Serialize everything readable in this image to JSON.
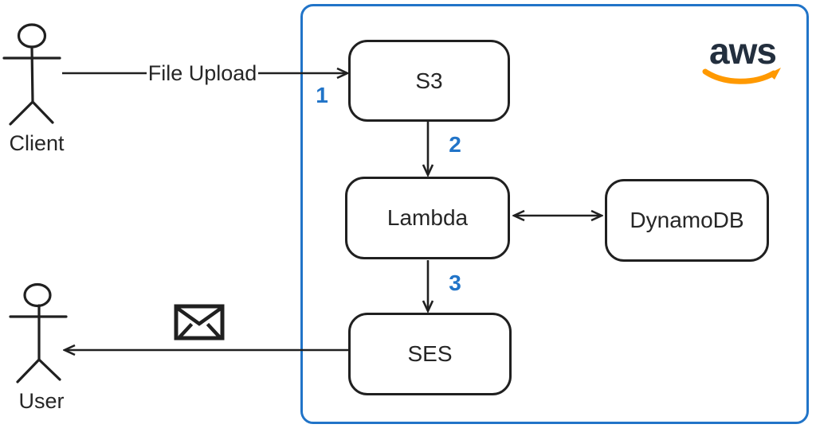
{
  "diagram": {
    "type": "architecture-diagram",
    "provider_boundary": {
      "logo_text": "aws"
    },
    "colors": {
      "accent_blue": "#2174c8",
      "stroke_dark": "#202020",
      "aws_navy": "#232f3e",
      "aws_orange": "#ff9900",
      "background": "#ffffff"
    },
    "nodes": [
      {
        "id": "s3",
        "label": "S3"
      },
      {
        "id": "lambda",
        "label": "Lambda"
      },
      {
        "id": "dynamodb",
        "label": "DynamoDB"
      },
      {
        "id": "ses",
        "label": "SES"
      }
    ],
    "actors": [
      {
        "id": "client",
        "label": "Client"
      },
      {
        "id": "user",
        "label": "User"
      }
    ],
    "edges": [
      {
        "id": "client-to-s3",
        "from": "Client",
        "to": "S3",
        "label": "File Upload",
        "step": "1"
      },
      {
        "id": "s3-to-lambda",
        "from": "S3",
        "to": "Lambda",
        "step": "2"
      },
      {
        "id": "lambda-dynamodb",
        "from": "Lambda",
        "to": "DynamoDB",
        "direction": "bidirectional"
      },
      {
        "id": "lambda-to-ses",
        "from": "Lambda",
        "to": "SES",
        "step": "3"
      },
      {
        "id": "ses-to-user",
        "from": "SES",
        "to": "User",
        "icon": "envelope"
      }
    ]
  }
}
